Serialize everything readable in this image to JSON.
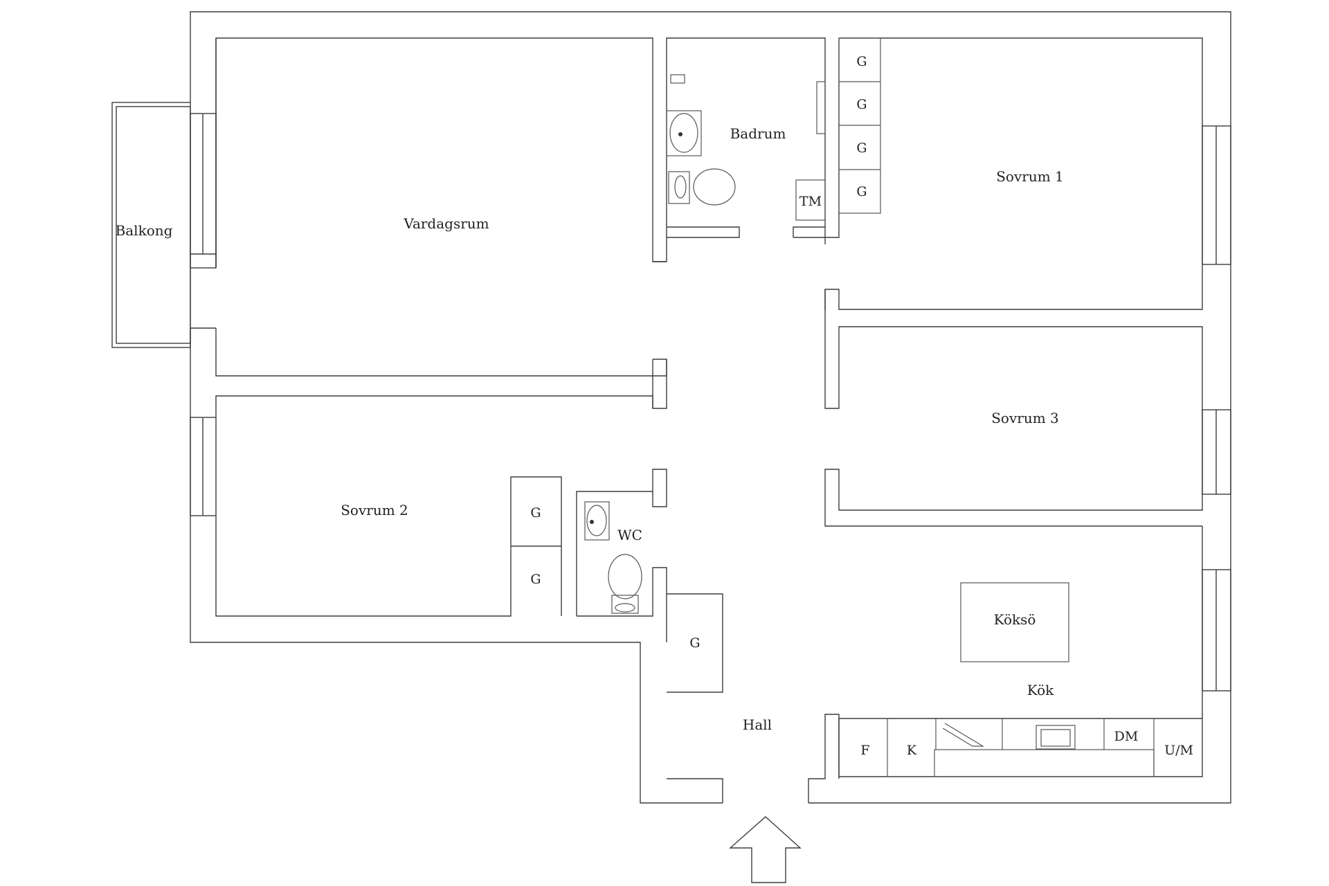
{
  "rooms": {
    "balcony": "Balkong",
    "living_room": "Vardagsrum",
    "bathroom": "Badrum",
    "bedroom_1": "Sovrum 1",
    "bedroom_2": "Sovrum 2",
    "bedroom_3": "Sovrum 3",
    "wc": "WC",
    "hall": "Hall",
    "kitchen": "Kök",
    "kitchen_island": "Köksö"
  },
  "labels": {
    "wardrobe": "G",
    "dryer": "TM",
    "fridge": "F",
    "freezer": "K",
    "dishwasher": "DM",
    "oven_micro": "U/M"
  },
  "entrance_icon": "arrow-up-entrance"
}
